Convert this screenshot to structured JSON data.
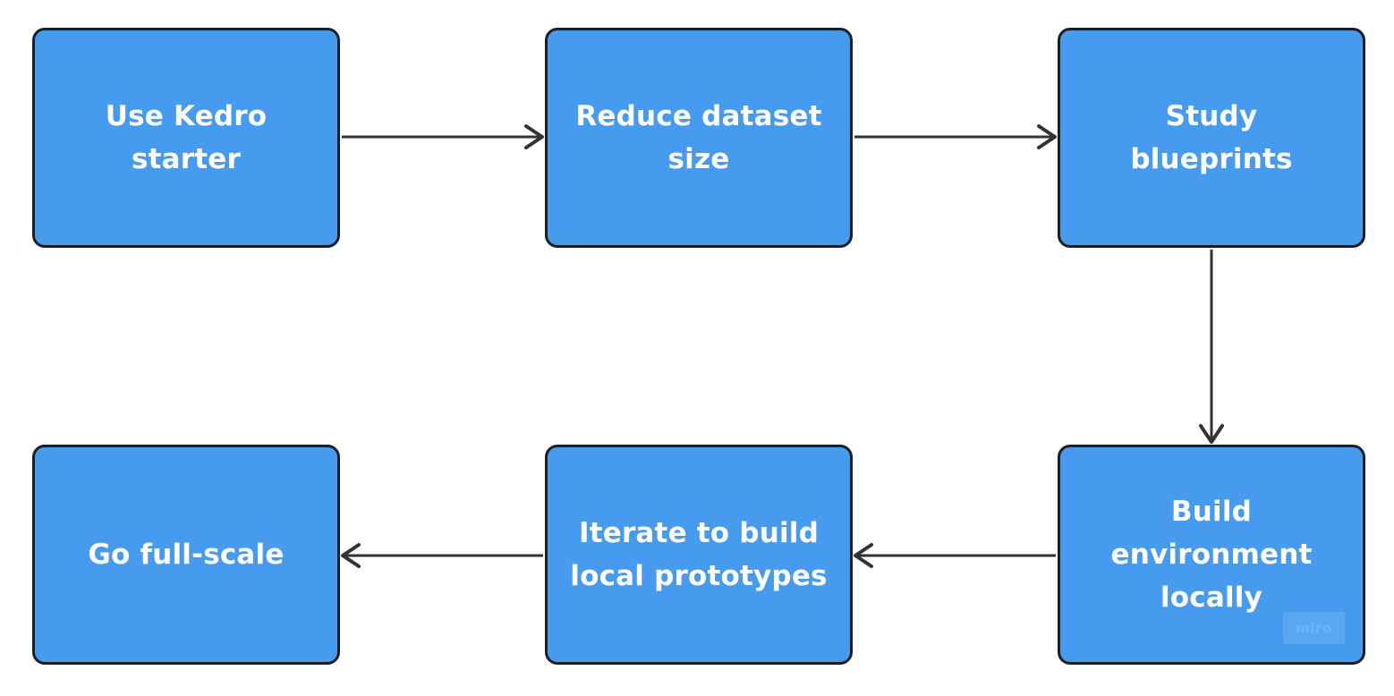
{
  "diagram": {
    "nodes": [
      {
        "id": "n1",
        "label": "Use Kedro\nstarter"
      },
      {
        "id": "n2",
        "label": "Reduce dataset\nsize"
      },
      {
        "id": "n3",
        "label": "Study\nblueprints"
      },
      {
        "id": "n4",
        "label": "Build\nenvironment\nlocally"
      },
      {
        "id": "n5",
        "label": "Iterate to build\nlocal prototypes"
      },
      {
        "id": "n6",
        "label": "Go full-scale"
      }
    ],
    "edges": [
      {
        "from": "n1",
        "to": "n2"
      },
      {
        "from": "n2",
        "to": "n3"
      },
      {
        "from": "n3",
        "to": "n4"
      },
      {
        "from": "n4",
        "to": "n5"
      },
      {
        "from": "n5",
        "to": "n6"
      }
    ]
  },
  "watermark": {
    "text": "miro"
  },
  "colors": {
    "node_fill": "#479bef",
    "node_border": "#1e1e1e",
    "node_text": "#ffffff",
    "edge": "#333333",
    "background": "#ffffff"
  }
}
